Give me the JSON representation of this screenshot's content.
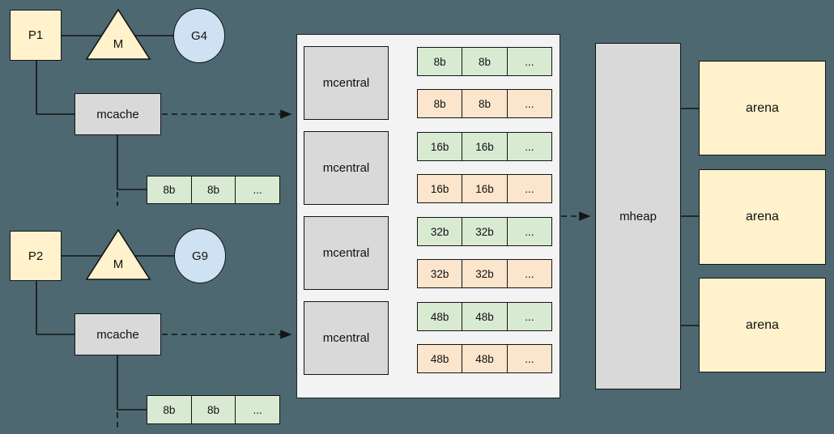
{
  "palette": {
    "background": "#4d6870",
    "processor_fill": "#fff2cc",
    "machine_fill": "#fff2cc",
    "goroutine_fill": "#cfe2f3",
    "cache_fill": "#d9d9d9",
    "central_fill": "#d9d9d9",
    "heap_fill": "#d9d9d9",
    "arena_fill": "#fff2cc",
    "span_green_fill": "#d9ead3",
    "span_orange_fill": "#fce5cd",
    "central_container_fill": "#f3f3f3",
    "line_color": "#141414"
  },
  "left": {
    "groups": [
      {
        "p": "P1",
        "m": "M",
        "g": "G4",
        "cache": "mcache",
        "row": [
          "8b",
          "8b",
          "..."
        ]
      },
      {
        "p": "P2",
        "m": "M",
        "g": "G9",
        "cache": "mcache",
        "row": [
          "8b",
          "8b",
          "..."
        ]
      }
    ]
  },
  "center": {
    "groups": [
      {
        "label": "mcentral",
        "green": [
          "8b",
          "8b",
          "..."
        ],
        "orange": [
          "8b",
          "8b",
          "..."
        ]
      },
      {
        "label": "mcentral",
        "green": [
          "16b",
          "16b",
          "..."
        ],
        "orange": [
          "16b",
          "16b",
          "..."
        ]
      },
      {
        "label": "mcentral",
        "green": [
          "32b",
          "32b",
          "..."
        ],
        "orange": [
          "32b",
          "32b",
          "..."
        ]
      },
      {
        "label": "mcentral",
        "green": [
          "48b",
          "48b",
          "..."
        ],
        "orange": [
          "48b",
          "48b",
          "..."
        ]
      }
    ]
  },
  "heap": {
    "label": "mheap"
  },
  "arenas": [
    "arena",
    "arena",
    "arena"
  ]
}
